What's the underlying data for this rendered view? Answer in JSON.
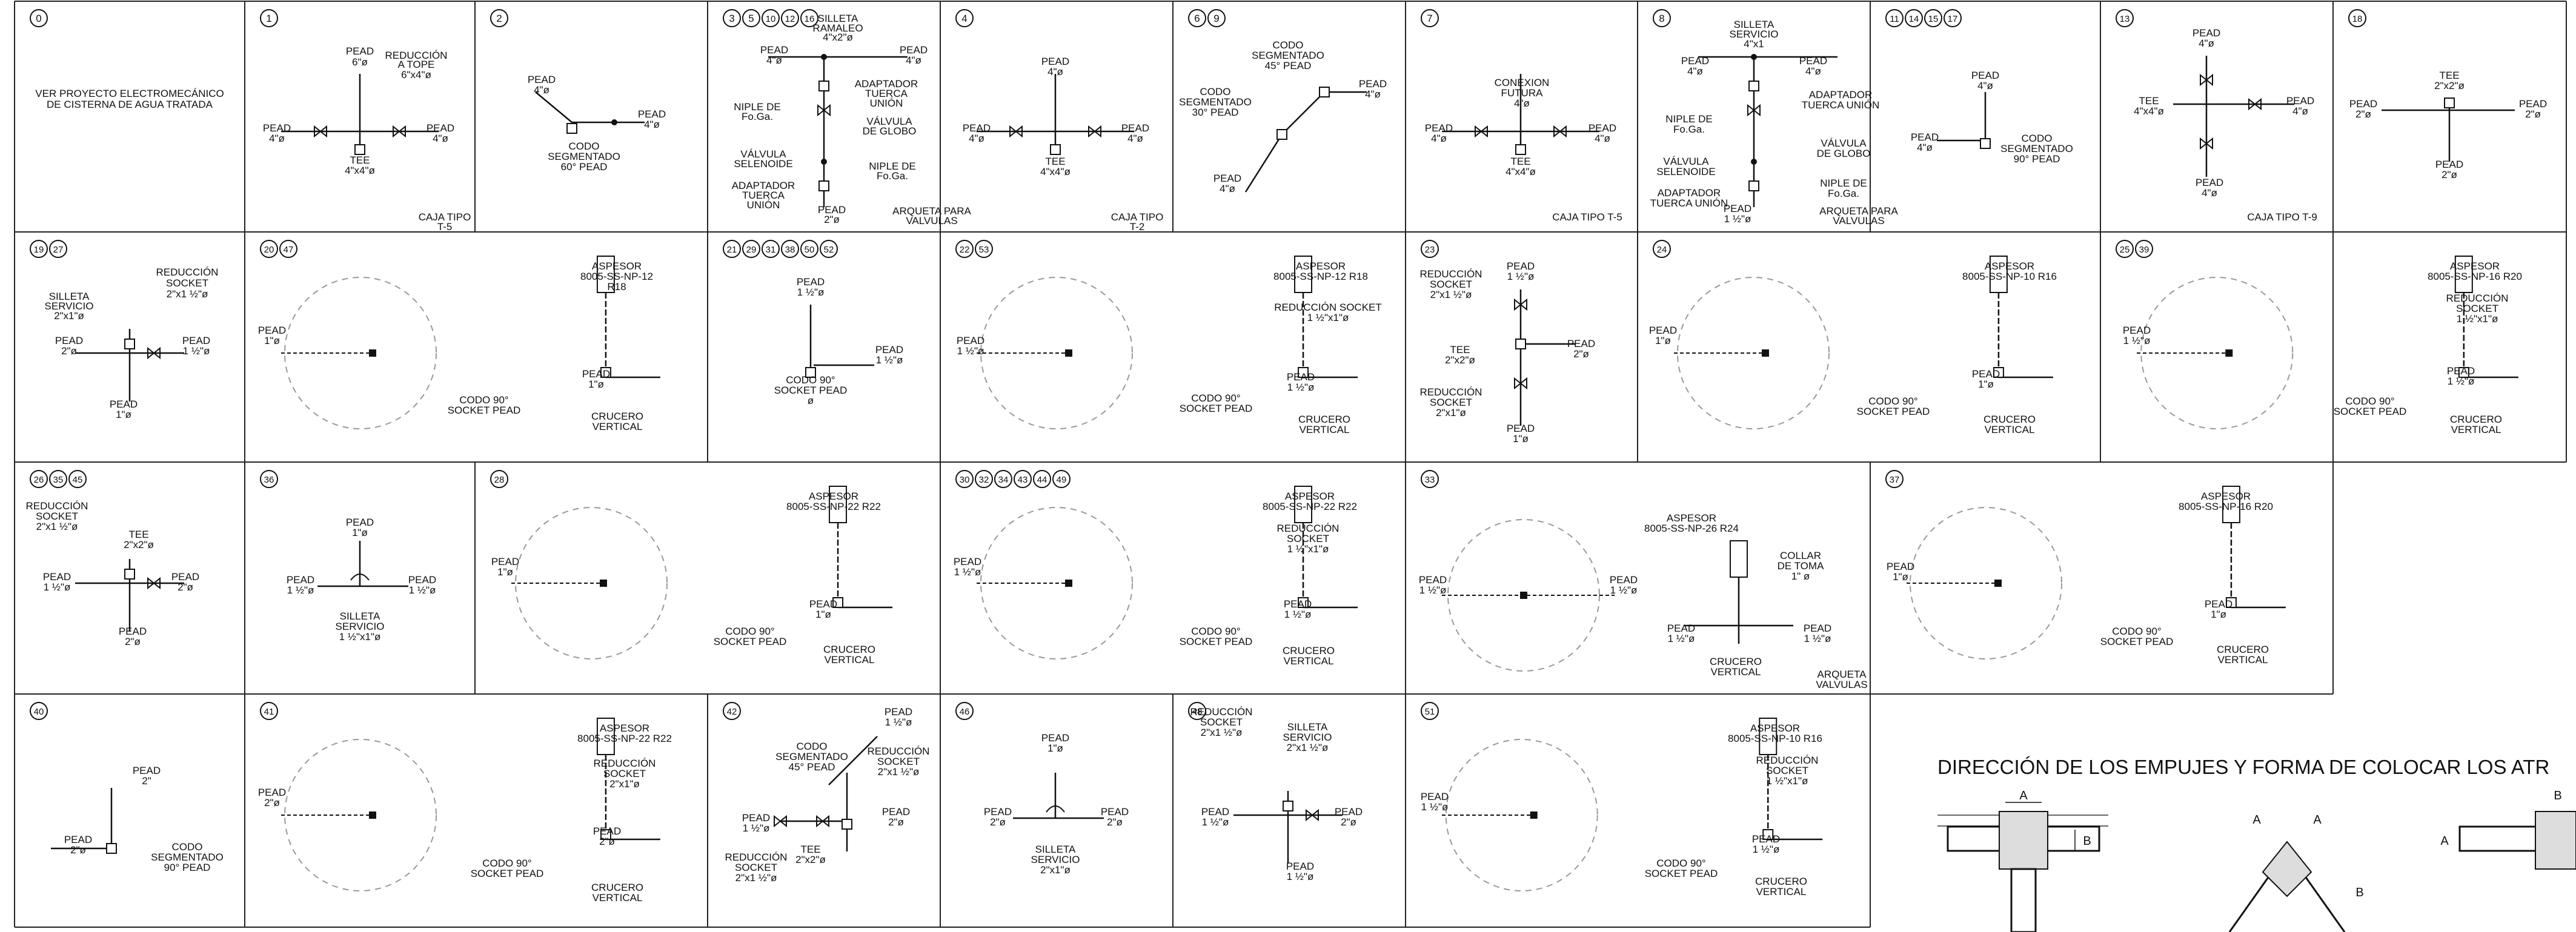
{
  "sheet_title": "DIRECCIÓN DE LOS EMPUJES Y FORMA DE COLOCAR LOS ATR",
  "details": [
    {
      "id": "d0",
      "circles": [
        "0"
      ],
      "labels": [
        "VER PROYECTO ELECTROMECÁNICO",
        "DE CISTERNA DE AGUA TRATADA"
      ]
    },
    {
      "id": "d1",
      "circles": [
        "1"
      ],
      "labels": [
        "PEAD",
        "6\"ø",
        "REDUCCIÓN",
        "A TOPE",
        "6\"x4\"ø",
        "PEAD",
        "4\"ø",
        "PEAD",
        "4\"ø",
        "TEE",
        "4\"x4\"ø",
        "CAJA TIPO",
        "T-5"
      ]
    },
    {
      "id": "d2",
      "circles": [
        "2"
      ],
      "labels": [
        "PEAD",
        "4\"ø",
        "PEAD",
        "4\"ø",
        "CODO",
        "SEGMENTADO",
        "60° PEAD"
      ]
    },
    {
      "id": "d3",
      "circles": [
        "3",
        "5",
        "10",
        "12",
        "16"
      ],
      "labels": [
        "SILLETA",
        "RAMALEO",
        "4\"x2\"ø",
        "PEAD",
        "4\"ø",
        "PEAD",
        "4\"ø",
        "ADAPTADOR",
        "TUERCA",
        "UNIÓN",
        "NIPLE DE",
        "Fo.Ga.",
        "VÁLVULA",
        "DE GLOBO",
        "VÁLVULA",
        "SELENOIDE",
        "NIPLE DE",
        "Fo.Ga.",
        "ADAPTADOR",
        "TUERCA",
        "UNIÓN",
        "PEAD",
        "2\"ø",
        "ARQUETA PARA",
        "VALVULAS"
      ]
    },
    {
      "id": "d4",
      "circles": [
        "4"
      ],
      "labels": [
        "PEAD",
        "4\"ø",
        "PEAD",
        "4\"ø",
        "PEAD",
        "4\"ø",
        "TEE",
        "4\"x4\"ø",
        "CAJA TIPO",
        "T-2"
      ]
    },
    {
      "id": "d6",
      "circles": [
        "6",
        "9"
      ],
      "labels": [
        "CODO",
        "SEGMENTADO",
        "45° PEAD",
        "PEAD",
        "4\"ø",
        "CODO",
        "SEGMENTADO",
        "30° PEAD",
        "PEAD",
        "4\"ø"
      ]
    },
    {
      "id": "d7",
      "circles": [
        "7"
      ],
      "labels": [
        "CONEXION",
        "FUTURA",
        "4\"ø",
        "PEAD",
        "4\"ø",
        "PEAD",
        "4\"ø",
        "TEE",
        "4\"x4\"ø",
        "CAJA TIPO T-5"
      ]
    },
    {
      "id": "d8",
      "circles": [
        "8"
      ],
      "labels": [
        "SILLETA",
        "SERVICIO",
        "4\"x1",
        "PEAD",
        "4\"ø",
        "PEAD",
        "4\"ø",
        "ADAPTADOR",
        "TUERCA UNIÓN",
        "NIPLE DE",
        "Fo.Ga.",
        "VÁLVULA",
        "DE GLOBO",
        "VÁLVULA",
        "SELENOIDE",
        "NIPLE DE",
        "Fo.Ga.",
        "ADAPTADOR",
        "TUERCA UNIÓN",
        "PEAD",
        "1 ½\"ø",
        "ARQUETA PARA",
        "VALVULAS"
      ]
    },
    {
      "id": "d11",
      "circles": [
        "11",
        "14",
        "15",
        "17"
      ],
      "labels": [
        "PEAD",
        "4\"ø",
        "PEAD",
        "4\"ø",
        "CODO",
        "SEGMENTADO",
        "90° PEAD"
      ]
    },
    {
      "id": "d13",
      "circles": [
        "13"
      ],
      "labels": [
        "PEAD",
        "4\"ø",
        "TEE",
        "4\"x4\"ø",
        "PEAD",
        "4\"ø",
        "PEAD",
        "4\"ø",
        "CAJA TIPO T-9"
      ]
    },
    {
      "id": "d18",
      "circles": [
        "18"
      ],
      "labels": [
        "TEE",
        "2\"x2\"ø",
        "PEAD",
        "2\"ø",
        "PEAD",
        "2\"ø",
        "PEAD",
        "2\"ø"
      ]
    },
    {
      "id": "d19",
      "circles": [
        "19",
        "27"
      ],
      "labels": [
        "REDUCCIÓN",
        "SOCKET",
        "2\"x1 ½\"ø",
        "SILLETA",
        "SERVICIO",
        "2\"x1\"ø",
        "PEAD",
        "2\"ø",
        "PEAD",
        "1 ½\"ø",
        "PEAD",
        "1\"ø"
      ]
    },
    {
      "id": "d20",
      "circles": [
        "20",
        "47"
      ],
      "labels": [
        "ASPESOR",
        "8005-SS-NP-12",
        "R18",
        "PEAD",
        "1\"ø",
        "PEAD",
        "1\"ø",
        "CODO 90°",
        "SOCKET PEAD",
        "CRUCERO",
        "VERTICAL"
      ]
    },
    {
      "id": "d21",
      "circles": [
        "21",
        "29",
        "31",
        "38",
        "50",
        "52"
      ],
      "labels": [
        "PEAD",
        "1 ½\"ø",
        "PEAD",
        "1 ½\"ø",
        "CODO 90°",
        "SOCKET PEAD",
        "ø"
      ]
    },
    {
      "id": "d22",
      "circles": [
        "22",
        "53"
      ],
      "labels": [
        "ASPESOR",
        "8005-SS-NP-12  R18",
        "REDUCCIÓN SOCKET",
        "1 ½\"x1\"ø",
        "PEAD",
        "1 ½\"ø",
        "PEAD",
        "1 ½\"ø",
        "CODO 90°",
        "SOCKET PEAD",
        "CRUCERO",
        "VERTICAL"
      ]
    },
    {
      "id": "d23",
      "circles": [
        "23"
      ],
      "labels": [
        "REDUCCIÓN",
        "SOCKET",
        "2\"x1 ½\"ø",
        "PEAD",
        "1 ½\"ø",
        "TEE",
        "2\"x2\"ø",
        "PEAD",
        "2\"ø",
        "REDUCCIÓN",
        "SOCKET",
        "2\"x1\"ø",
        "PEAD",
        "1\"ø"
      ]
    },
    {
      "id": "d24",
      "circles": [
        "24"
      ],
      "labels": [
        "ASPESOR",
        "8005-SS-NP-10  R16",
        "PEAD",
        "1\"ø",
        "PEAD",
        "1\"ø",
        "CODO 90°",
        "SOCKET PEAD",
        "CRUCERO",
        "VERTICAL"
      ]
    },
    {
      "id": "d25",
      "circles": [
        "25",
        "39"
      ],
      "labels": [
        "ASPESOR",
        "8005-SS-NP-16  R20",
        "REDUCCIÓN",
        "SOCKET",
        "1 ½\"x1\"ø",
        "PEAD",
        "1 ½\"ø",
        "PEAD",
        "1 ½\"ø",
        "CODO 90°",
        "SOCKET PEAD",
        "CRUCERO",
        "VERTICAL"
      ]
    },
    {
      "id": "d26",
      "circles": [
        "26",
        "35",
        "45"
      ],
      "labels": [
        "REDUCCIÓN",
        "SOCKET",
        "2\"x1 ½\"ø",
        "TEE",
        "2\"x2\"ø",
        "PEAD",
        "1 ½\"ø",
        "PEAD",
        "2\"ø",
        "PEAD",
        "2\"ø"
      ]
    },
    {
      "id": "d36",
      "circles": [
        "36"
      ],
      "labels": [
        "PEAD",
        "1\"ø",
        "PEAD",
        "1 ½\"ø",
        "PEAD",
        "1 ½\"ø",
        "SILLETA",
        "SERVICIO",
        "1 ½\"x1\"ø"
      ]
    },
    {
      "id": "d28",
      "circles": [
        "28"
      ],
      "labels": [
        "ASPESOR",
        "8005-SS-NP-22  R22",
        "PEAD",
        "1\"ø",
        "PEAD",
        "1\"ø",
        "CODO 90°",
        "SOCKET PEAD",
        "CRUCERO",
        "VERTICAL"
      ]
    },
    {
      "id": "d30",
      "circles": [
        "30",
        "32",
        "34",
        "43",
        "44",
        "49"
      ],
      "labels": [
        "ASPESOR",
        "8005-SS-NP-22  R22",
        "REDUCCIÓN",
        "SOCKET",
        "1 ½\"x1\"ø",
        "PEAD",
        "1 ½\"ø",
        "PEAD",
        "1 ½\"ø",
        "CODO 90°",
        "SOCKET PEAD",
        "CRUCERO",
        "VERTICAL"
      ]
    },
    {
      "id": "d33",
      "circles": [
        "33"
      ],
      "labels": [
        "ASPESOR",
        "8005-SS-NP-26  R24",
        "COLLAR",
        "DE TOMA",
        "1\" ø",
        "PEAD",
        "1 ½\"ø",
        "PEAD",
        "1 ½\"ø",
        "PEAD",
        "1 ½\"ø",
        "PEAD",
        "1 ½\"ø",
        "CRUCERO",
        "VERTICAL",
        "ARQUETA",
        "VALVULAS"
      ]
    },
    {
      "id": "d37",
      "circles": [
        "37"
      ],
      "labels": [
        "ASPESOR",
        "8005-SS-NP-16  R20",
        "PEAD",
        "1\"ø",
        "PEAD",
        "1\"ø",
        "CODO 90°",
        "SOCKET PEAD",
        "CRUCERO",
        "VERTICAL"
      ]
    },
    {
      "id": "d40",
      "circles": [
        "40"
      ],
      "labels": [
        "PEAD",
        "2\"",
        "PEAD",
        "2\"ø",
        "CODO",
        "SEGMENTADO",
        "90° PEAD"
      ]
    },
    {
      "id": "d41",
      "circles": [
        "41"
      ],
      "labels": [
        "ASPESOR",
        "8005-SS-NP-22  R22",
        "REDUCCIÓN",
        "SOCKET",
        "2\"x1\"ø",
        "PEAD",
        "2\"ø",
        "PEAD",
        "2\"ø",
        "CODO 90°",
        "SOCKET PEAD",
        "CRUCERO",
        "VERTICAL"
      ]
    },
    {
      "id": "d42",
      "circles": [
        "42"
      ],
      "labels": [
        "PEAD",
        "1 ½\"ø",
        "CODO",
        "SEGMENTADO",
        "45° PEAD",
        "REDUCCIÓN",
        "SOCKET",
        "2\"x1 ½\"ø",
        "PEAD",
        "2\"ø",
        "PEAD",
        "1 ½\"ø",
        "REDUCCIÓN",
        "SOCKET",
        "2\"x1 ½\"ø",
        "TEE",
        "2\"x2\"ø"
      ]
    },
    {
      "id": "d46",
      "circles": [
        "46"
      ],
      "labels": [
        "PEAD",
        "1\"ø",
        "PEAD",
        "2\"ø",
        "PEAD",
        "2\"ø",
        "SILLETA",
        "SERVICIO",
        "2\"x1\"ø"
      ]
    },
    {
      "id": "d48",
      "circles": [
        "48"
      ],
      "labels": [
        "REDUCCIÓN",
        "SOCKET",
        "2\"x1 ½\"ø",
        "SILLETA",
        "SERVICIO",
        "2\"x1 ½\"ø",
        "PEAD",
        "1 ½\"ø",
        "PEAD",
        "2\"ø",
        "PEAD",
        "1 ½\"ø"
      ]
    },
    {
      "id": "d51",
      "circles": [
        "51"
      ],
      "labels": [
        "ASPESOR",
        "8005-SS-NP-10  R16",
        "REDUCCIÓN",
        "SOCKET",
        "1 ½\"x1\"ø",
        "PEAD",
        "1 ½\"ø",
        "PEAD",
        "1 ½\"ø",
        "CODO 90°",
        "SOCKET PEAD",
        "CRUCERO",
        "VERTICAL"
      ]
    }
  ],
  "thrust_labels": [
    "A",
    "B",
    "A",
    "A",
    "B",
    "A",
    "B"
  ]
}
